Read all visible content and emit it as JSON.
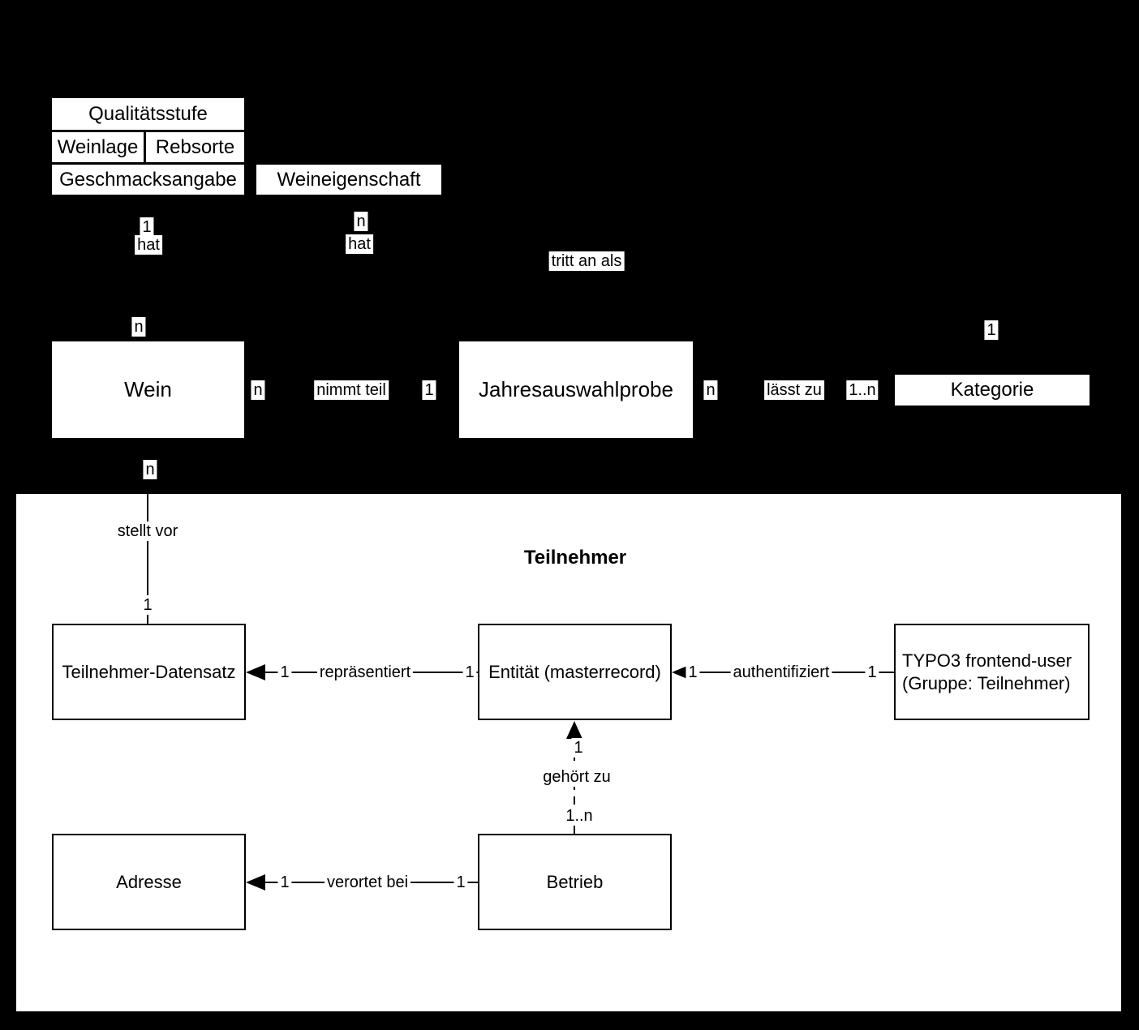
{
  "colors": {
    "background": "#000000",
    "panel": "#ffffff",
    "box_fill": "#ffffff",
    "line": "#000000",
    "text": "#000000"
  },
  "top_section": {
    "attributes": {
      "qualitaetsstufe": "Qualitätsstufe",
      "weinlage": "Weinlage",
      "rebsorte": "Rebsorte",
      "geschmacksangabe": "Geschmacksangabe",
      "weineigenschaft": "Weineigenschaft"
    },
    "entities": {
      "wein": "Wein",
      "jahresauswahlprobe": "Jahresauswahlprobe",
      "kategorie": "Kategorie"
    },
    "relations": {
      "hat_left_card": "1",
      "hat_left": "hat",
      "hat_right_card": "n",
      "hat_right": "hat",
      "tritt_an_als": "tritt an als",
      "wein_top_card": "n",
      "wein_right_card": "n",
      "nimmt_teil": "nimmt teil",
      "jahresauswahlprobe_left_card": "1",
      "jahresauswahlprobe_right_card": "n",
      "laesst_zu": "lässt zu",
      "laesst_zu_card": "1..n",
      "kategorie_top_card": "1",
      "wein_bottom_card": "n"
    }
  },
  "teilnehmer_section": {
    "title": "Teilnehmer",
    "entities": {
      "teilnehmer_datensatz": "Teilnehmer-Datensatz",
      "entitaet": "Entität (masterrecord)",
      "typo3_line1": "TYPO3 frontend-user",
      "typo3_line2": "(Gruppe: Teilnehmer)",
      "adresse": "Adresse",
      "betrieb": "Betrieb"
    },
    "relations": {
      "stellt_vor": "stellt vor",
      "stellt_vor_card": "1",
      "repraesentiert": "repräsentiert",
      "repraesentiert_left_card": "1",
      "repraesentiert_right_card": "1",
      "authentifiziert": "authentifiziert",
      "authentifiziert_left_card": "1",
      "authentifiziert_right_card": "1",
      "gehoert_zu": "gehört zu",
      "gehoert_zu_top_card": "1",
      "gehoert_zu_bottom_card": "1..n",
      "verortet_bei": "verortet bei",
      "verortet_bei_left_card": "1",
      "verortet_bei_right_card": "1"
    }
  }
}
